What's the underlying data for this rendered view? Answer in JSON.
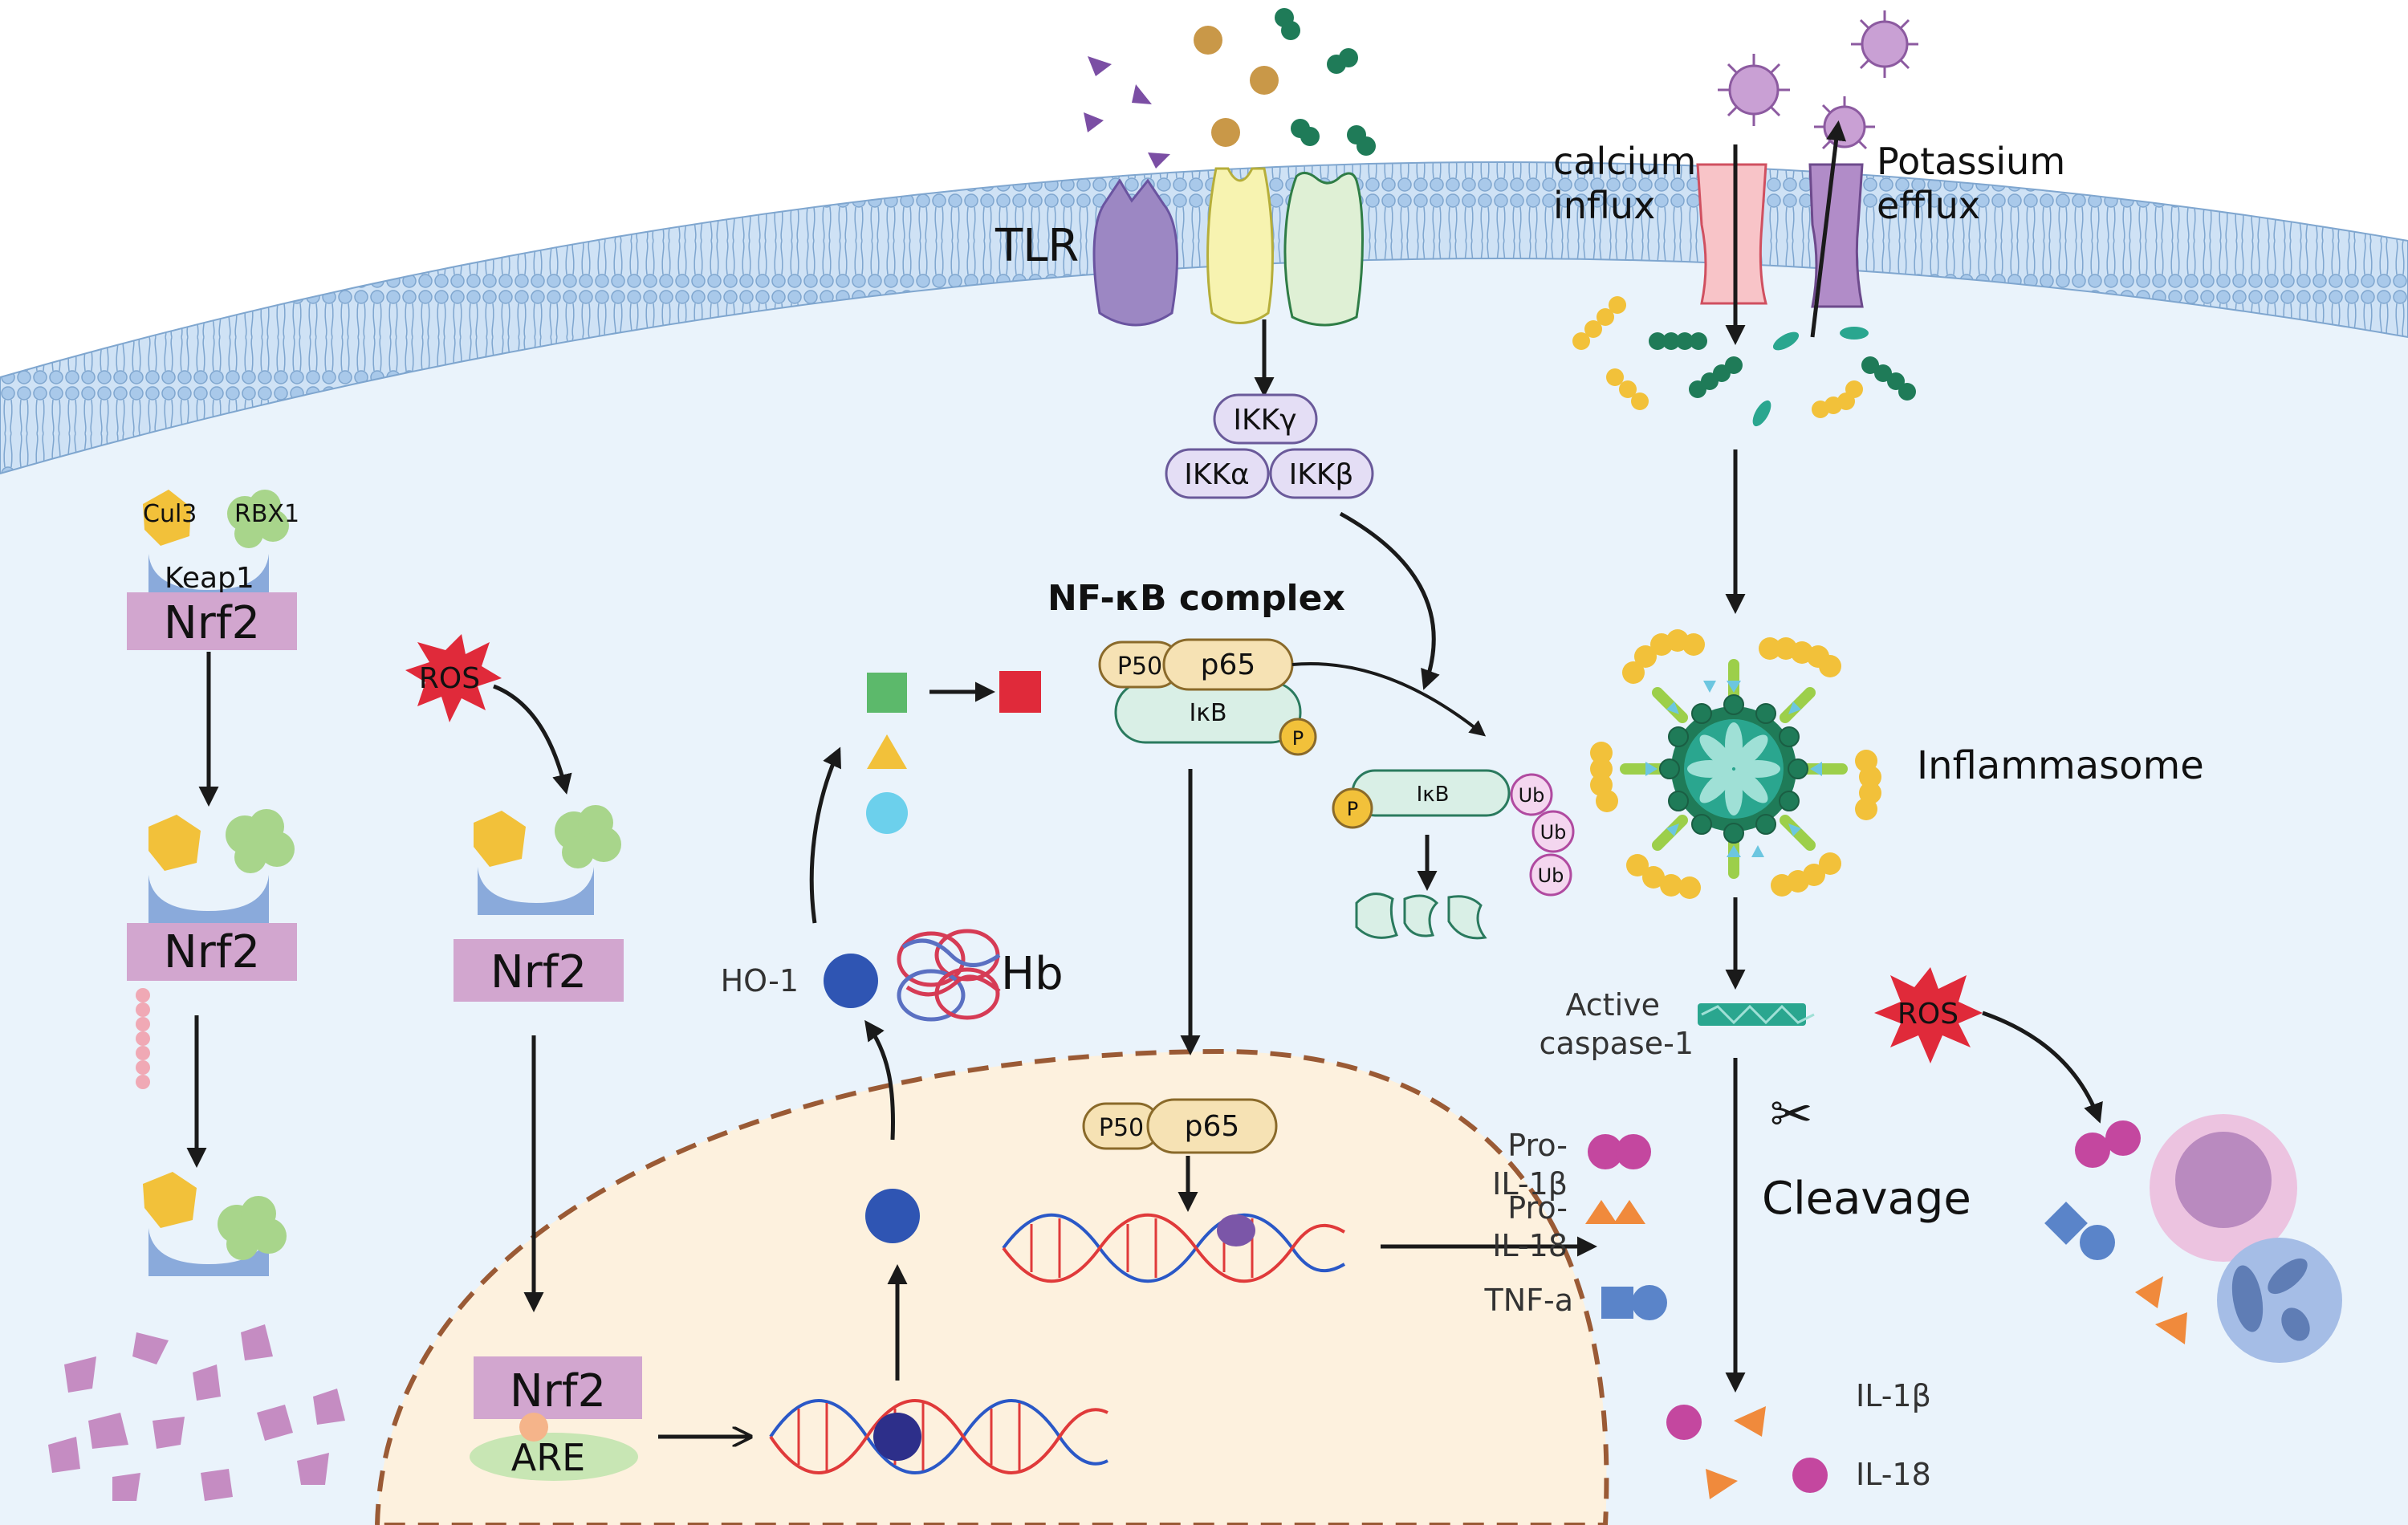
{
  "membrane": {
    "receptor_label": "TLR",
    "calcium_label": [
      "calcium",
      "influx"
    ],
    "potassium_label": [
      "Potassium",
      "efflux"
    ]
  },
  "nrf2_left": {
    "cul3": "Cul3",
    "rbx1": "RBX1",
    "keap1": "Keap1",
    "nrf2": "Nrf2"
  },
  "nrf2_middle": {
    "ros": "ROS",
    "nrf2": "Nrf2"
  },
  "nrf2_nucleus": {
    "nrf2": "Nrf2",
    "are": "ARE"
  },
  "heme": {
    "ho1": "HO-1",
    "hb": "Hb"
  },
  "ikk": {
    "gamma": "IKKγ",
    "alpha": "IKKα",
    "beta": "IKKβ"
  },
  "nfkb": {
    "title": "NF-κB complex",
    "p50": "P50",
    "p65": "p65",
    "ikb": "IκB",
    "p": "P",
    "ub": "Ub"
  },
  "inflammasome": {
    "title": "Inflammasome",
    "active_caspase": [
      "Active",
      "caspase-1"
    ],
    "ros": "ROS",
    "cleavage": "Cleavage"
  },
  "cytokines": {
    "pro_il1b": [
      "Pro-",
      "IL-1β"
    ],
    "pro_il18": [
      "Pro-",
      "IL-18"
    ],
    "tnf": "TNF-a",
    "il1b": "IL-1β",
    "il18": "IL-18"
  },
  "colors": {
    "membrane": "#a9c9ea",
    "cytoplasm": "#eaf3fb",
    "nucleus": "#fdf1de",
    "nrf2_box": "#d2a6cf",
    "keap1": "#8aaadb",
    "cul3": "#f2c13a",
    "rbx1": "#a8d58b",
    "ros": "#e02a3a",
    "ikk": "#e4def5",
    "pcomp": "#f6e2b4",
    "ikb": "#d9efe6",
    "teal": "#2aa68f",
    "dark_green": "#1f7b58"
  }
}
